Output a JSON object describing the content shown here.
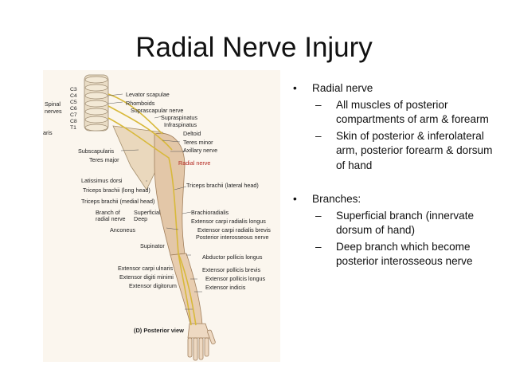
{
  "slide": {
    "title": "Radial Nerve Injury"
  },
  "bullets": [
    {
      "text": "Radial nerve",
      "subs": [
        "All muscles of posterior compartments of arm & forearm",
        "Skin of posterior & inferolateral arm, posterior forearm & dorsum of hand"
      ]
    },
    {
      "text": "Branches:",
      "subs": [
        "Superficial branch (innervate dorsum of hand)",
        "Deep branch which become posterior interosseous nerve"
      ]
    }
  ],
  "figure": {
    "caption": "(D) Posterior view",
    "left_labels": {
      "spinal_nerves": [
        "Spinal",
        "nerves"
      ],
      "cord": [
        "C3",
        "C4",
        "C5",
        "C6",
        "C7",
        "C8",
        "T1"
      ],
      "edge": "aris",
      "subscapularis": "Subscapularis",
      "teres_major": "Teres major",
      "latissimus": "Latissimus dorsi",
      "triceps_long": "Triceps brachii (long head)",
      "triceps_medial": "Triceps brachii (medial head)",
      "branch_of": [
        "Branch of",
        "radial nerve"
      ],
      "superficial": "Superficial",
      "deep": "Deep",
      "anconeus": "Anconeus",
      "supinator": "Supinator",
      "ecu": "Extensor carpi ulnaris",
      "edm": "Extensor digiti minimi",
      "ed": "Extensor digitorum"
    },
    "right_labels": {
      "levator": "Levator scapulae",
      "rhomboids": "Rhomboids",
      "suprascapular": "Suprascapular nerve",
      "supraspinatus": "Supraspinatus",
      "infraspinatus": "Infraspinatus",
      "deltoid": "Deltoid",
      "teres_minor": "Teres minor",
      "axillary": "Axillary nerve",
      "radial": "Radial nerve",
      "triceps_lateral": "Triceps brachii (lateral head)",
      "brachioradialis": "Brachioradialis",
      "ecrl": "Extensor carpi radialis longus",
      "ecrb": "Extensor carpi radialis brevis",
      "pin": "Posterior interosseous nerve",
      "apl": "Abductor pollicis longus",
      "epb": "Extensor pollicis brevis",
      "epl": "Extensor pollicis longus",
      "ei": "Extensor indicis"
    }
  }
}
